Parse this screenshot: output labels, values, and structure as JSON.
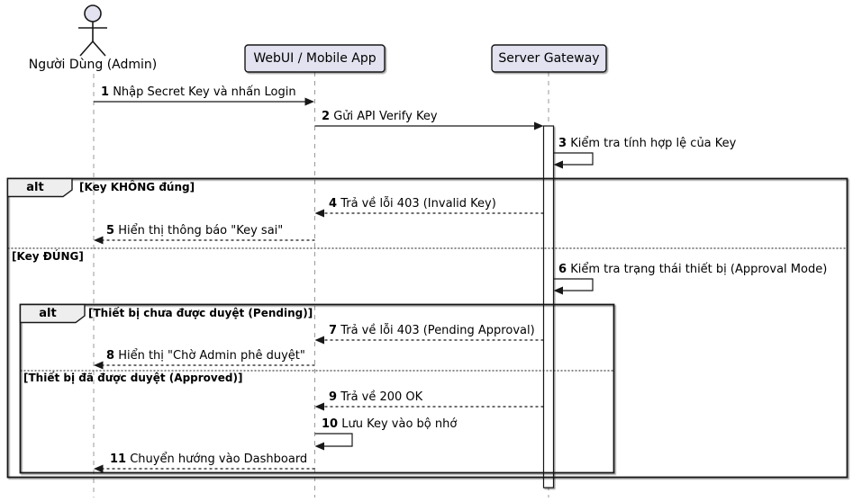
{
  "diagram": {
    "actor_label": "Người Dùng (Admin)",
    "participants": [
      {
        "name": "WebUI / Mobile App"
      },
      {
        "name": "Server Gateway"
      }
    ],
    "messages": [
      {
        "num": "1",
        "text": "Nhập Secret Key và nhấn Login"
      },
      {
        "num": "2",
        "text": "Gửi API Verify Key"
      },
      {
        "num": "3",
        "text": "Kiểm tra tính hợp lệ của Key"
      },
      {
        "num": "4",
        "text": "Trả về lỗi 403 (Invalid Key)"
      },
      {
        "num": "5",
        "text": "Hiển thị thông báo \"Key sai\""
      },
      {
        "num": "6",
        "text": "Kiểm tra trạng thái thiết bị (Approval Mode)"
      },
      {
        "num": "7",
        "text": "Trả về lỗi 403 (Pending Approval)"
      },
      {
        "num": "8",
        "text": "Hiển thị \"Chờ Admin phê duyệt\""
      },
      {
        "num": "9",
        "text": "Trả về 200 OK"
      },
      {
        "num": "10",
        "text": "Lưu Key vào bộ nhớ"
      },
      {
        "num": "11",
        "text": "Chuyển hướng vào Dashboard"
      }
    ],
    "fragments": [
      {
        "operator": "alt",
        "guard_top": "[Key KHÔNG đúng]",
        "guard_bottom": "[Key ĐÚNG]"
      },
      {
        "operator": "alt",
        "guard_top": "[Thiết bị chưa được duyệt (Pending)]",
        "guard_bottom": "[Thiết bị đã được duyệt (Approved)]"
      }
    ],
    "colors": {
      "participant_fill": "#E2E2F0",
      "fragment_label_fill": "#EEEEEE",
      "line": "#181818",
      "lifeline": "#999999"
    }
  }
}
